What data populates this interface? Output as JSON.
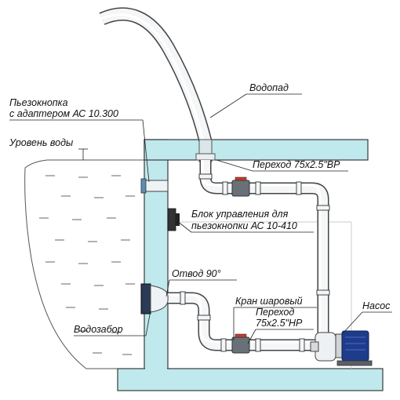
{
  "colors": {
    "wall": "#bfe9ec",
    "wall_outline": "#3a3a3a",
    "water_lines": "#777777",
    "pipe": "#f4f6f8",
    "pipe_outline": "#444444",
    "valve": "#5a6066",
    "pump_blue": "#1f3c8c"
  },
  "labels": {
    "waterfall": "Водопад",
    "piezo_button": [
      "Пьезокнопка",
      "с адаптером АС 10.300"
    ],
    "water_level": "Уровень воды",
    "adapter_top": "Переход 75х2.5\"ВР",
    "control_unit": [
      "Блок управления для",
      "пьезокнопки АС 10-410"
    ],
    "elbow": "Отвод 90°",
    "ball_valve": "Кран шаровый",
    "pump": "Насос",
    "adapter_bottom": [
      "Переход",
      "75х2.5\"НР"
    ],
    "intake": "Водозабор"
  }
}
